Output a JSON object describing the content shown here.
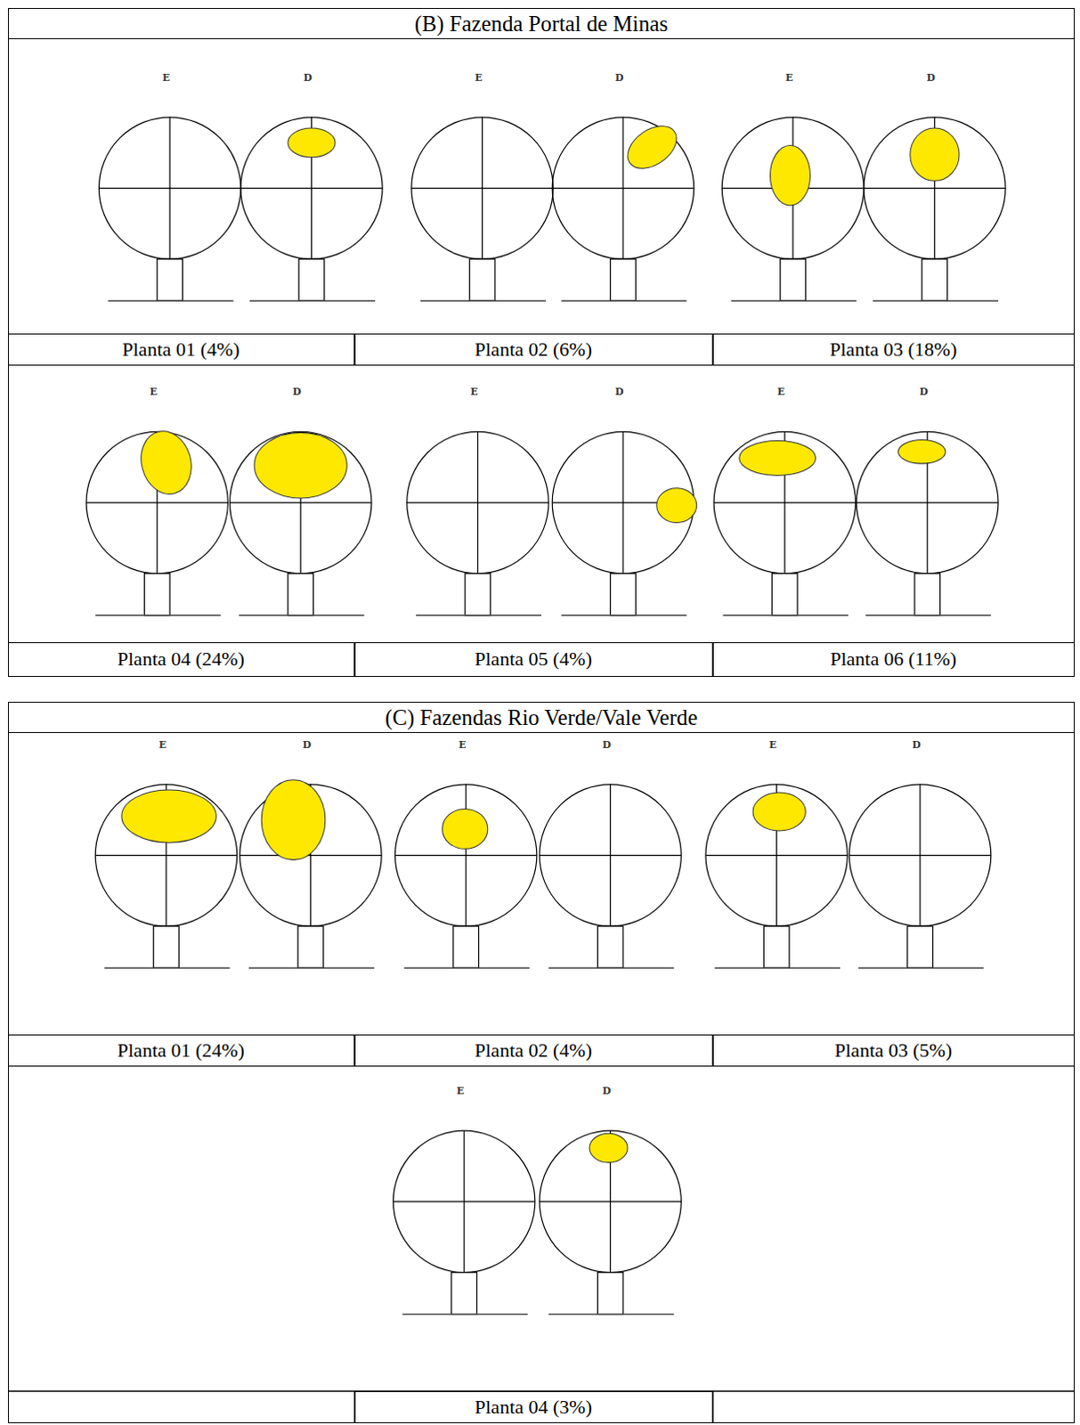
{
  "diagram": {
    "nodes": [
      {
        "text": [
          "(B) Fazenda Portal de Minas"
        ]
      },
      {
        "text": [
          "Planta 01 (4%)"
        ],
        "in": 0
      },
      {
        "text": [
          "Planta 02 (6%)"
        ],
        "in": 0
      },
      {
        "text": [
          "Planta 03 (18%)"
        ],
        "in": 0
      },
      {
        "text": [
          "Planta 04 (24%)"
        ],
        "in": 0
      },
      {
        "text": [
          "Planta 05 (4%)"
        ],
        "in": 0
      },
      {
        "text": [
          "Planta 06 (11%)"
        ],
        "in": 0
      },
      {
        "text": [
          "(C) Fazendas Rio Verde/Vale Verde"
        ]
      },
      {
        "text": [
          "Planta 01 (24%)"
        ],
        "in": 7
      },
      {
        "text": [
          "Planta 02 (4%)"
        ],
        "in": 7
      },
      {
        "text": [
          "Planta 03 (5%)"
        ],
        "in": 7
      },
      {
        "text": [
          "Planta 04 (3%)"
        ],
        "in": 7
      }
    ],
    "labels": [
      "E",
      "D",
      "E",
      "D",
      "E",
      "D",
      "E",
      "D",
      "E",
      "D",
      "E",
      "D",
      "E",
      "D",
      "E",
      "D",
      "E",
      "D",
      "E",
      "D"
    ]
  }
}
